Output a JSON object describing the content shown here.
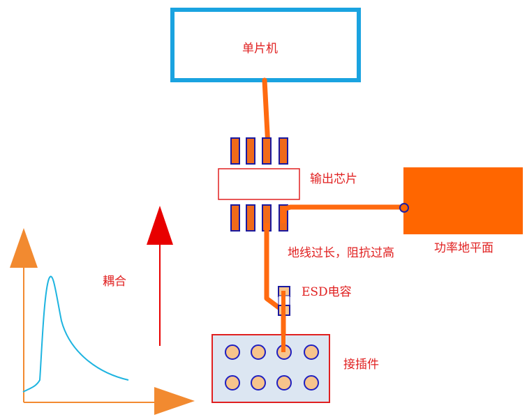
{
  "labels": {
    "mcu": "单片机",
    "output_chip": "输出芯片",
    "power_plane": "功率地平面",
    "ground_note": "地线过长，阻抗过高",
    "esd_cap": "ESD电容",
    "connector": "接插件",
    "coupling": "耦合"
  },
  "colors": {
    "mcu_border": "#1aa3e0",
    "trace": "#ff6a10",
    "pin_fill": "#f06a1a",
    "pin_border": "#1a1aa0",
    "power_plane": "#ff6600",
    "connector_bg": "#dce6f2",
    "connector_border": "#e02020",
    "connector_pin_fill": "#f7c48c",
    "connector_pin_border": "#2020c0",
    "coupling_arrow": "#e80000",
    "axis": "#f28a30",
    "curve": "#1eb4e0",
    "label_text": "#e02020"
  },
  "icons": {
    "coupling_arrow": "up-arrow-icon",
    "axis_arrows": "axis-arrow-icon"
  }
}
